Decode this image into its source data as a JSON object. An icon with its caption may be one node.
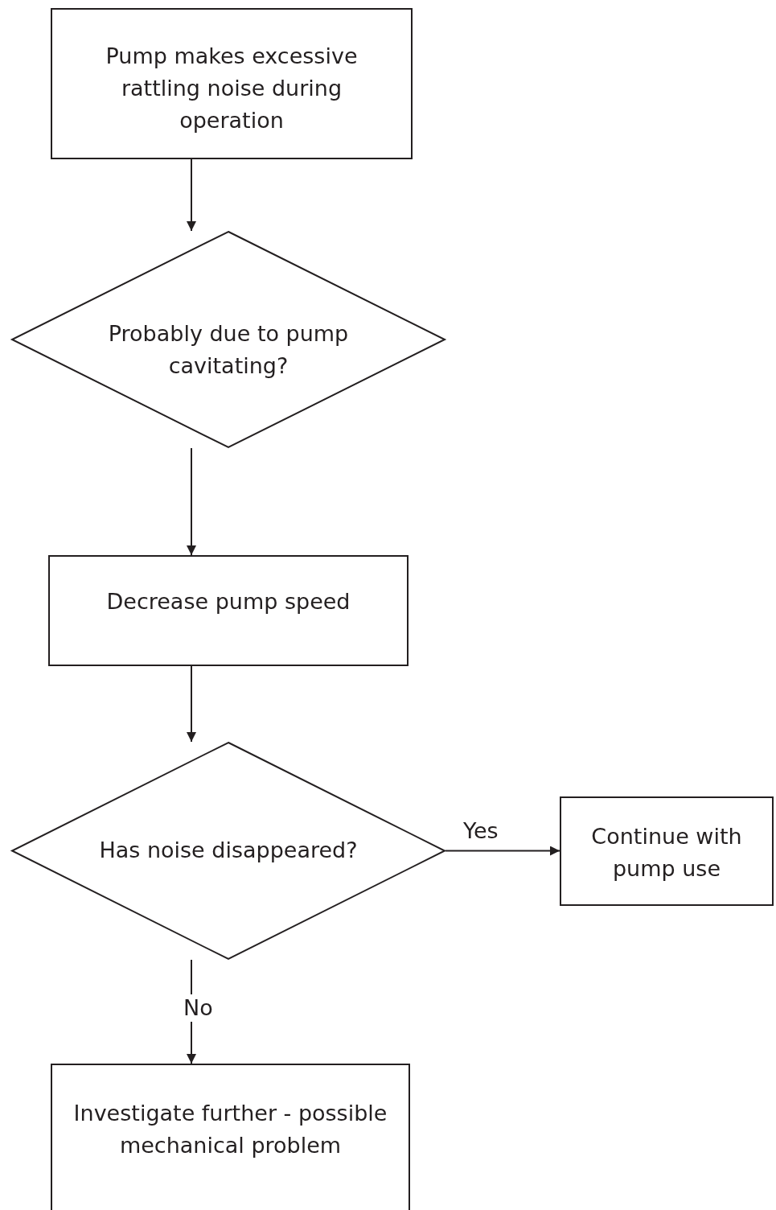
{
  "diagram": {
    "nodes": [
      {
        "text": [
          "Pump makes excessive rattling noise during operation"
        ]
      },
      {
        "text": [
          "Probably due to pump cavitating?"
        ]
      },
      {
        "text": [
          "Decrease pump speed"
        ]
      },
      {
        "text": [
          "Has noise disappeared?"
        ]
      },
      {
        "text": [
          "Continue with pump use"
        ]
      },
      {
        "text": [
          "Investigate further - possible mechanical problem"
        ]
      }
    ],
    "edges": [
      {
        "from": 0,
        "to": 1,
        "arrow": "to"
      },
      {
        "from": 1,
        "to": 2,
        "arrow": "to"
      },
      {
        "from": 2,
        "to": 3,
        "arrow": "to"
      },
      {
        "from": 3,
        "to": 4,
        "arrow": "to",
        "label": "Yes"
      },
      {
        "from": 3,
        "to": 5,
        "arrow": "to",
        "label": "No"
      }
    ]
  }
}
